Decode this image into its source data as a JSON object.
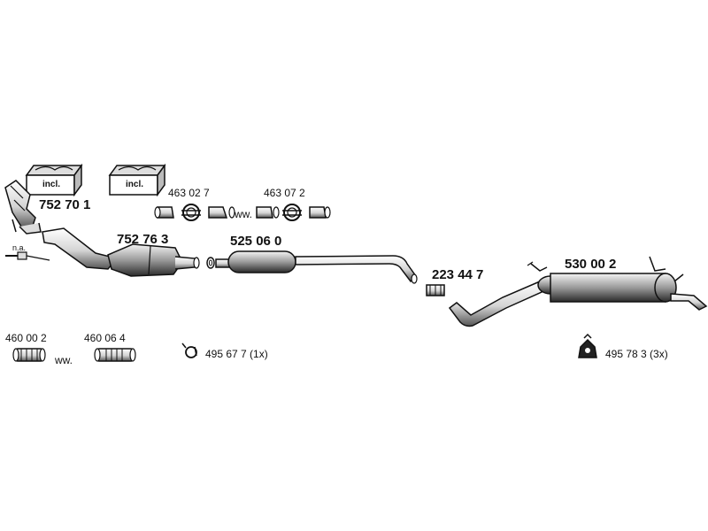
{
  "parts": {
    "manifold": "752 70 1",
    "catalyst": "752 76 3",
    "middle_silencer": "525 06 0",
    "connector": "223 44 7",
    "rear_silencer": "530 00 2",
    "clamp_set_1": "463 02 7",
    "clamp_set_2": "463 07 2",
    "flex_1": "460 00 2",
    "flex_2": "460 06 4",
    "clamp": "495 67 7 (1x)",
    "rubber_mount": "495 78 3 (3x)"
  },
  "kits": {
    "kit_1_label": "incl.",
    "kit_2_label": "incl."
  },
  "notes": {
    "not_available": "n.a.",
    "ww_1": "ww.",
    "ww_2": "ww."
  }
}
